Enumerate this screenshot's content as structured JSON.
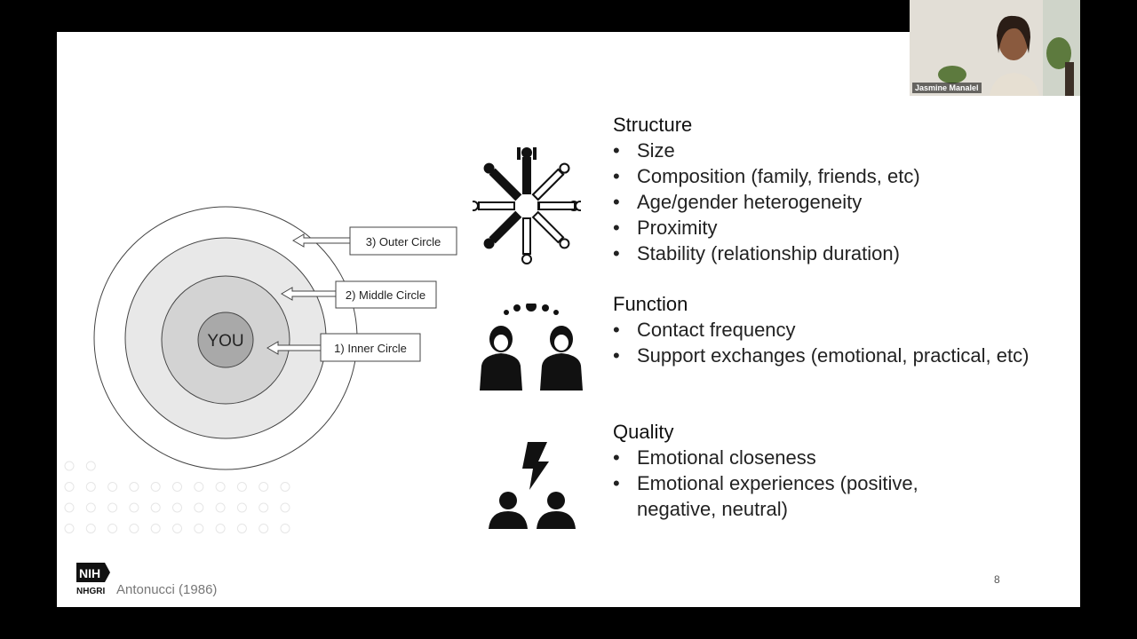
{
  "diagram": {
    "center_label": "YOU",
    "callouts": [
      "3) Outer Circle",
      "2) Middle Circle",
      "1) Inner Circle"
    ]
  },
  "sections": [
    {
      "title": "Structure",
      "items": [
        "Size",
        "Composition (family, friends, etc)",
        "Age/gender heterogeneity",
        "Proximity",
        "Stability (relationship duration)"
      ]
    },
    {
      "title": "Function",
      "items": [
        "Contact frequency",
        "Support exchanges (emotional, practical, etc)"
      ]
    },
    {
      "title": "Quality",
      "items": [
        "Emotional closeness",
        "Emotional experiences (positive, negative, neutral)"
      ]
    }
  ],
  "icons": [
    "people-circle-icon",
    "two-people-meeting-icon",
    "people-conflict-icon"
  ],
  "footer": {
    "logo_top": "NIH",
    "logo_bottom": "NHGRI",
    "citation": "Antonucci (1986)",
    "page_number": "8"
  },
  "webcam": {
    "participant_name": "Jasmine Manalel"
  }
}
